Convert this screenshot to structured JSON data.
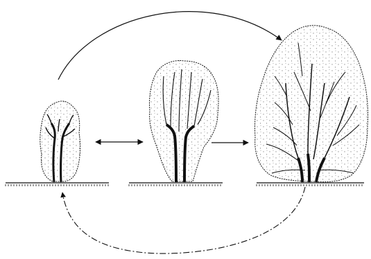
{
  "diagram": {
    "description_type": "line-drawing",
    "elements": [
      "small-shrub",
      "medium-tree",
      "large-tree",
      "double-arrow",
      "right-arrow",
      "arc-arrow-top",
      "dash-dot-cycle-arrow"
    ],
    "colors": {
      "ink": "#111111",
      "paper": "#ffffff"
    }
  }
}
